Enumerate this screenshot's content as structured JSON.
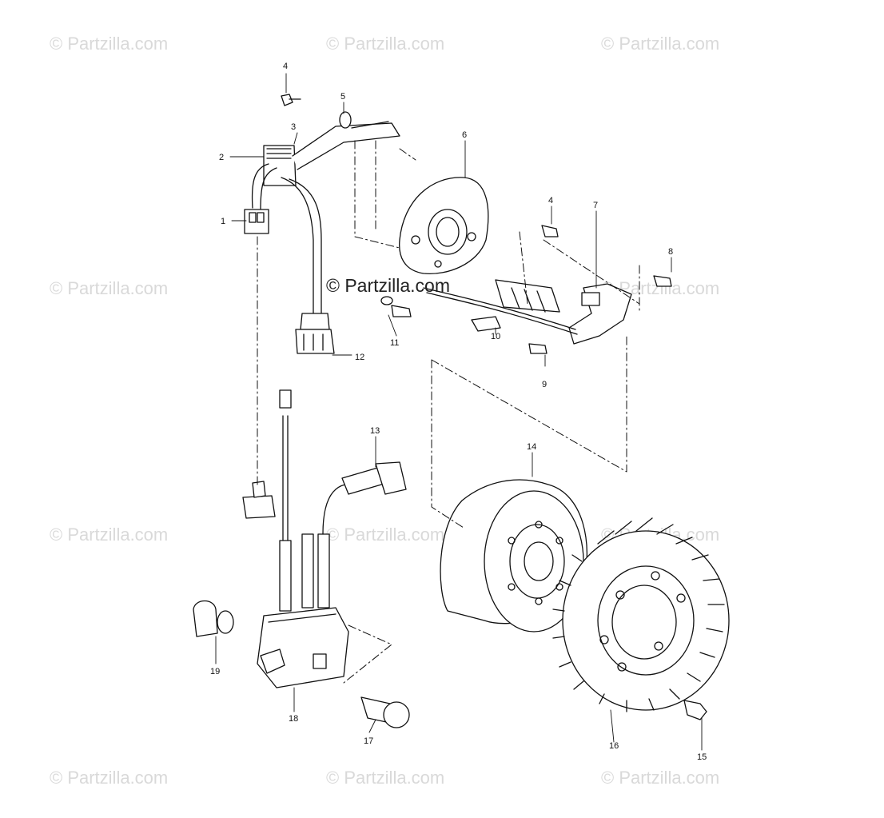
{
  "watermark": {
    "text": "© Partzilla.com",
    "center_text": "© Partzilla.com"
  },
  "callouts": [
    "1",
    "2",
    "3",
    "4",
    "4",
    "5",
    "6",
    "7",
    "8",
    "9",
    "10",
    "11",
    "12",
    "13",
    "14",
    "15",
    "16",
    "17",
    "18",
    "19"
  ],
  "colors": {
    "line": "#111111",
    "watermark": "#d9d9d9",
    "background": "#ffffff"
  }
}
